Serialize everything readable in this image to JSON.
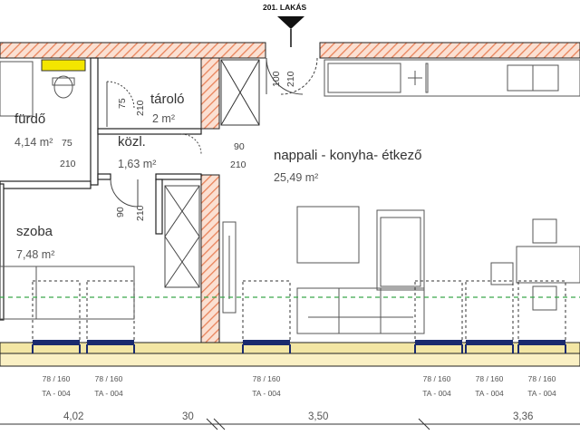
{
  "apartment_label": "201. LAKÁS",
  "rooms": {
    "furdo": {
      "name": "fürdő",
      "area": "4,14 m²"
    },
    "tarolo": {
      "name": "tároló",
      "area": "2 m²"
    },
    "kozl": {
      "name": "közl.",
      "area": "1,63 m²"
    },
    "nappali": {
      "name": "nappali - konyha- étkező",
      "area": "25,49 m²"
    },
    "szoba": {
      "name": "szoba",
      "area": "7,48 m²"
    }
  },
  "door_dims": {
    "d90": "90",
    "d210": "210",
    "d75": "75",
    "d100": "100",
    "d75b": "75"
  },
  "windows": [
    {
      "size": "78 / 160",
      "type": "TA - 004"
    },
    {
      "size": "78 / 160",
      "type": "TA - 004"
    },
    {
      "size": "78 / 160",
      "type": "TA - 004"
    },
    {
      "size": "78 / 160",
      "type": "TA - 004"
    },
    {
      "size": "78 / 160",
      "type": "TA - 004"
    },
    {
      "size": "78 / 160",
      "type": "TA - 004"
    }
  ],
  "bottom_dims": [
    "4,02",
    "30",
    "3,50",
    "3,36"
  ],
  "colors": {
    "wall_hatch": "#e8825a",
    "wall_fill": "#fbe3d6",
    "balcony": "#f3e6a4",
    "window": "#1a2a6e",
    "green_line": "#3aa64a",
    "accent_yellow": "#f3e600"
  }
}
